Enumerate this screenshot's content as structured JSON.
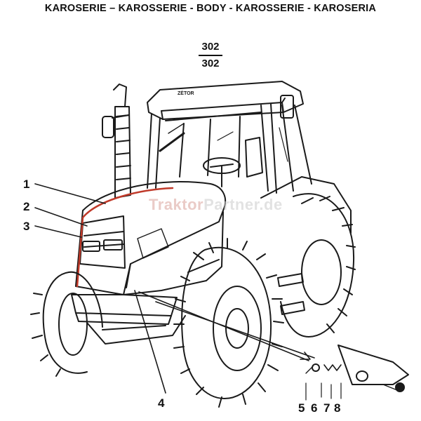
{
  "header": {
    "title": "KAROSERIE – KAROSSERIE - BODY - KAROSSERIE - KAROSERIA"
  },
  "section": {
    "number_top": "302",
    "number_bottom": "302"
  },
  "callouts": [
    "1",
    "2",
    "3",
    "4",
    "5",
    "6",
    "7",
    "8"
  ],
  "cab_brand": "ZĖTOR",
  "watermark": {
    "part1": "Traktor",
    "part2": "Partner.de"
  },
  "colors": {
    "line": "#1a1a1a",
    "highlight_red": "#c03a2a",
    "watermark": "#d9a19a",
    "background": "#ffffff"
  }
}
